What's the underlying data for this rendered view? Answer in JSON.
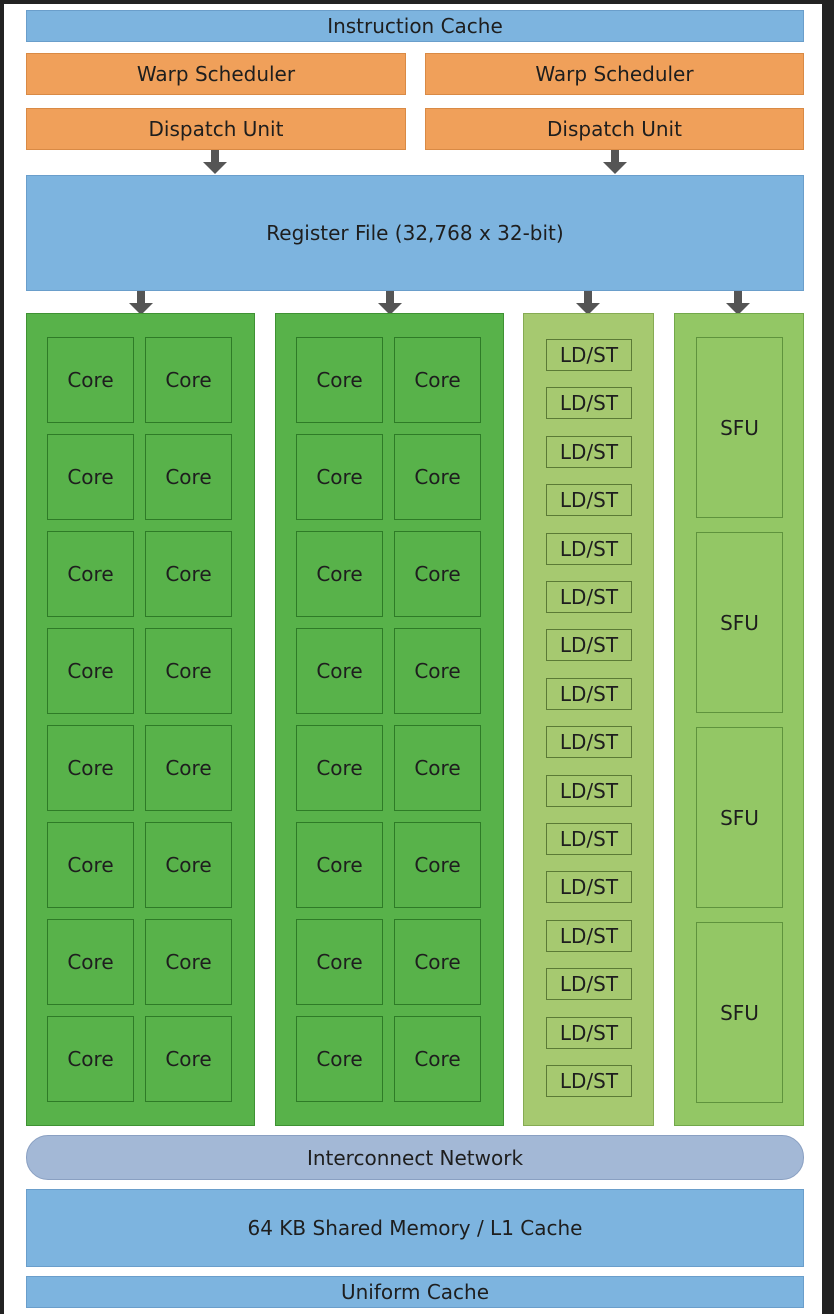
{
  "instruction_cache": "Instruction Cache",
  "warp_schedulers": [
    "Warp Scheduler",
    "Warp Scheduler"
  ],
  "dispatch_units": [
    "Dispatch Unit",
    "Dispatch Unit"
  ],
  "register_file": "Register File (32,768 x 32-bit)",
  "core_label": "Core",
  "ldst_label": "LD/ST",
  "sfu_label": "SFU",
  "interconnect": "Interconnect Network",
  "shared_memory": "64 KB Shared Memory / L1 Cache",
  "uniform_cache": "Uniform Cache",
  "colors": {
    "cache_blue": "#7db4df",
    "scheduler_orange": "#f0a05a",
    "core_green": "#58b24a",
    "ldst_green": "#a6c970",
    "sfu_green": "#93c765",
    "interconnect_gray_blue": "#a3b8d6"
  }
}
